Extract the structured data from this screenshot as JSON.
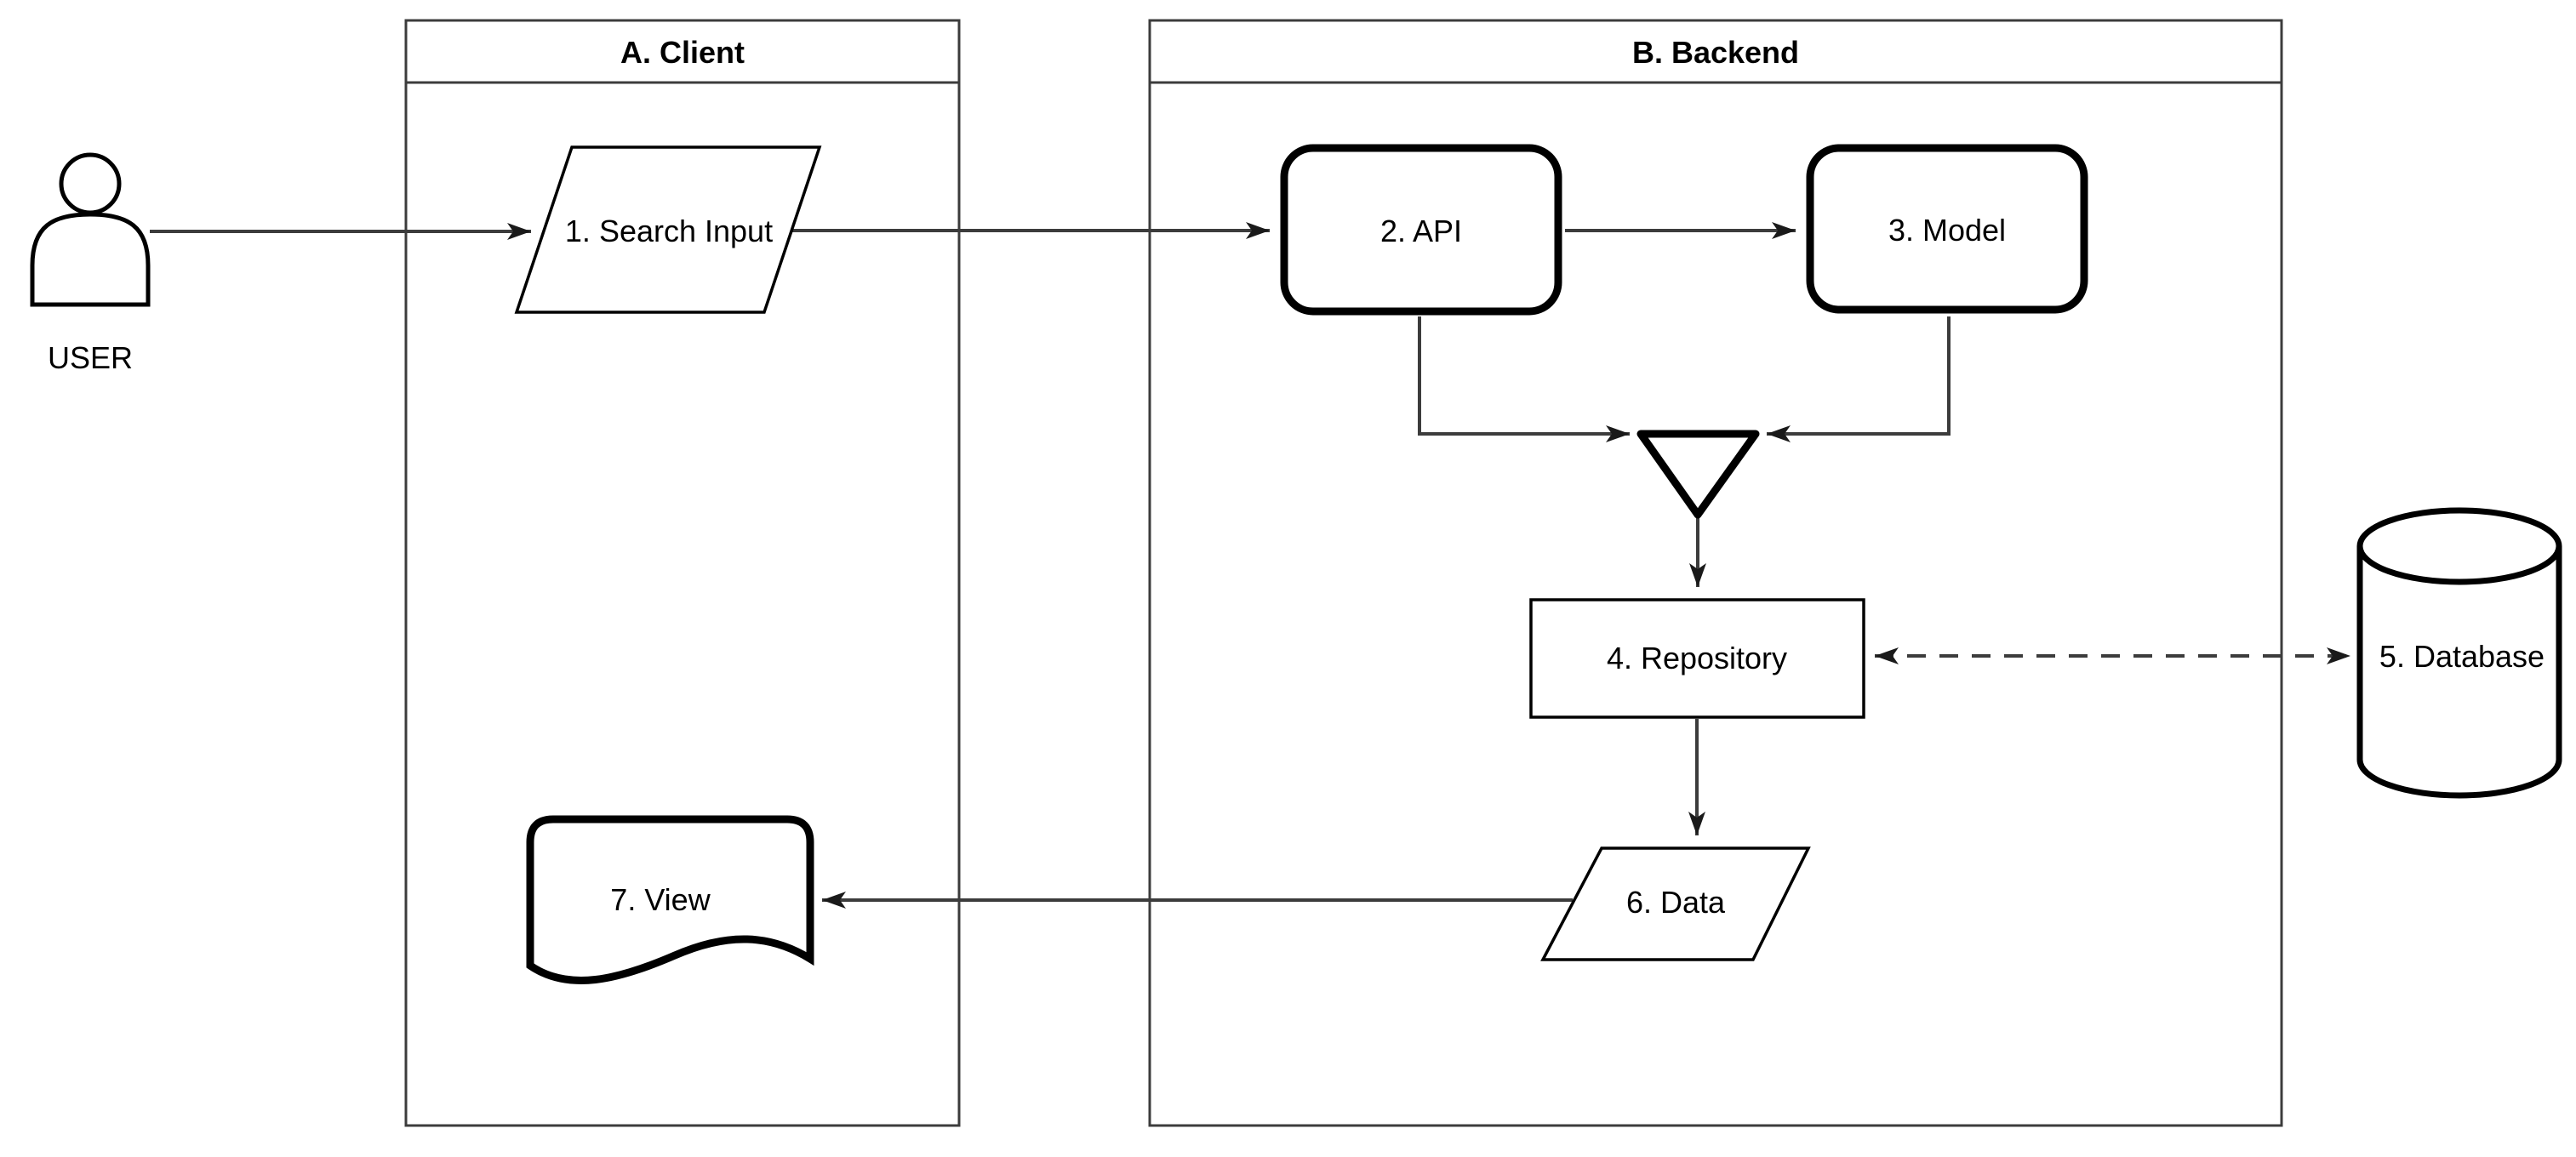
{
  "diagram": {
    "actor": {
      "label": "USER"
    },
    "containers": {
      "client": {
        "title": "A. Client"
      },
      "backend": {
        "title": "B. Backend"
      }
    },
    "nodes": {
      "search_input": {
        "label": "1. Search Input",
        "shape": "parallelogram"
      },
      "api": {
        "label": "2. API",
        "shape": "rounded-rectangle"
      },
      "model": {
        "label": "3. Model",
        "shape": "rounded-rectangle"
      },
      "repository": {
        "label": "4. Repository",
        "shape": "rectangle"
      },
      "database": {
        "label": "5. Database",
        "shape": "cylinder"
      },
      "data": {
        "label": "6. Data",
        "shape": "parallelogram"
      },
      "view": {
        "label": "7. View",
        "shape": "document"
      }
    },
    "edges": [
      {
        "from": "USER",
        "to": "1. Search Input",
        "style": "solid-arrow"
      },
      {
        "from": "1. Search Input",
        "to": "2. API",
        "style": "solid-arrow"
      },
      {
        "from": "2. API",
        "to": "3. Model",
        "style": "solid-arrow"
      },
      {
        "from": "2. API",
        "to": "merge-triangle",
        "style": "solid-arrow"
      },
      {
        "from": "3. Model",
        "to": "merge-triangle",
        "style": "solid-arrow"
      },
      {
        "from": "merge-triangle",
        "to": "4. Repository",
        "style": "solid-arrow"
      },
      {
        "from": "4. Repository",
        "to": "5. Database",
        "style": "dashed-bidirectional-arrow"
      },
      {
        "from": "4. Repository",
        "to": "6. Data",
        "style": "solid-arrow"
      },
      {
        "from": "6. Data",
        "to": "7. View",
        "style": "solid-arrow"
      }
    ],
    "colors": {
      "background": "#ffffff",
      "shape_stroke": "#000000",
      "connector": "#3c3c3c",
      "text": "#000000"
    }
  }
}
